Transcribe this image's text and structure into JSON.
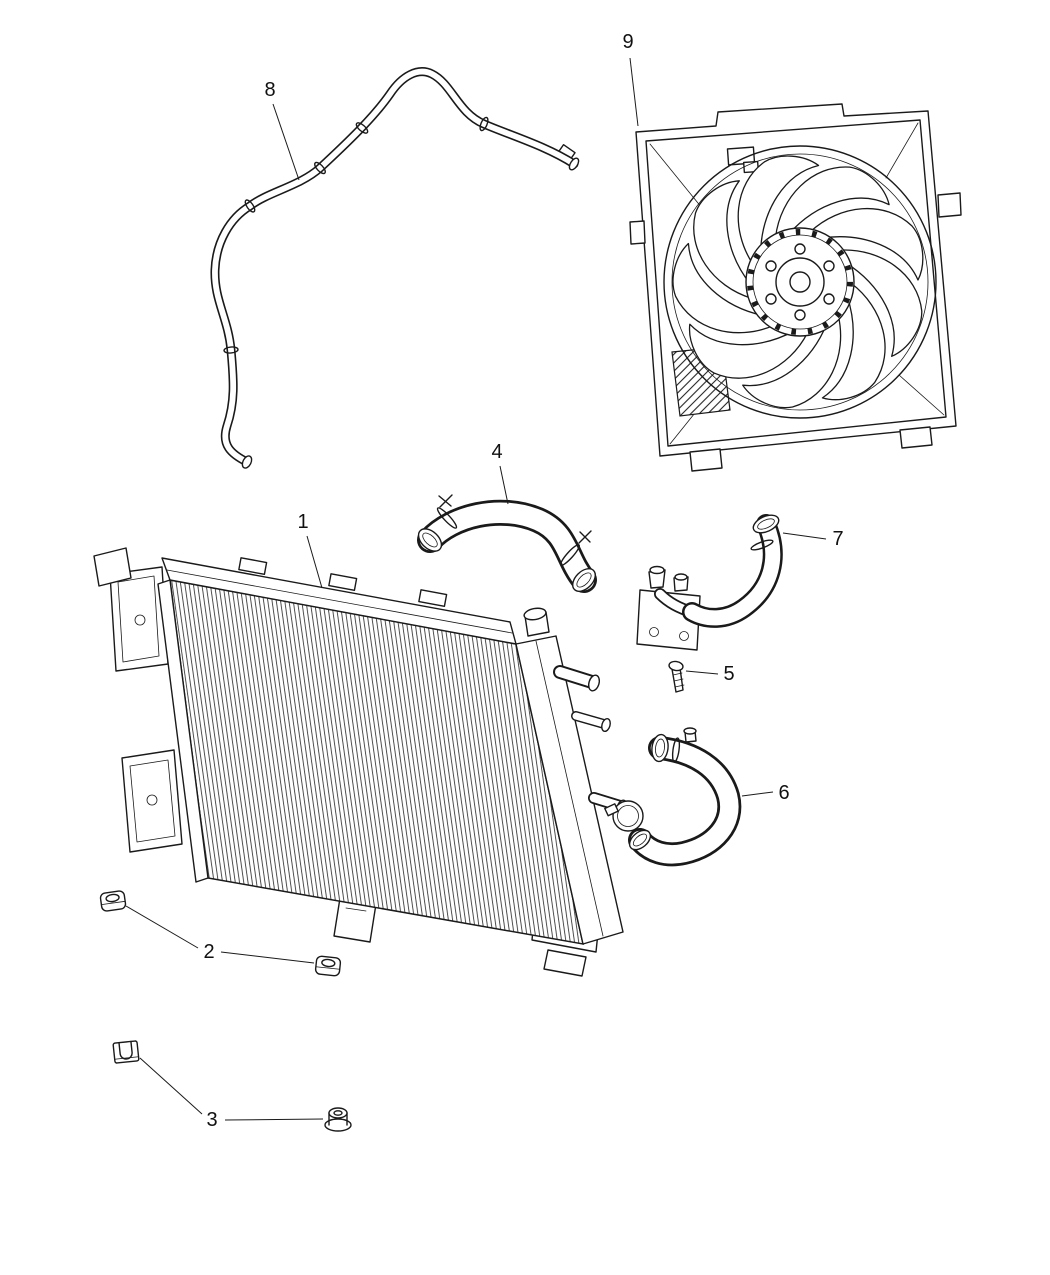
{
  "page": {
    "background_color": "#ffffff",
    "line_color": "#1a1a1a"
  },
  "callouts": [
    {
      "label": "1"
    },
    {
      "label": "2"
    },
    {
      "label": "3"
    },
    {
      "label": "4"
    },
    {
      "label": "5"
    },
    {
      "label": "6"
    },
    {
      "label": "7"
    },
    {
      "label": "8"
    },
    {
      "label": "9"
    }
  ]
}
